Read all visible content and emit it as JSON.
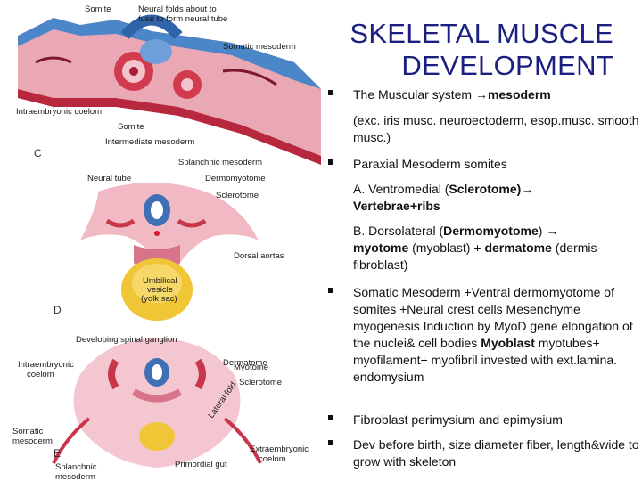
{
  "title": {
    "line1": "SKELETAL MUSCLE",
    "line2": "DEVELOPMENT"
  },
  "figure": {
    "panel_c": "C",
    "panel_d": "D",
    "panel_e": "E",
    "labels": {
      "somite_top": "Somite",
      "neural_folds": "Neural folds about to",
      "neural_folds2": "fuse to form neural tube",
      "somatic_mesoderm_top": "Somatic mesoderm",
      "intraembryonic_coelom_top": "Intraembryonic coelom",
      "somite_mid": "Somite",
      "intermediate_mesoderm": "Intermediate mesoderm",
      "splanchnic_mesoderm": "Splanchnic mesoderm",
      "neural_tube": "Neural tube",
      "dermomyotome": "Dermomyotome",
      "sclerotome_d": "Sclerotome",
      "dorsal_aortas": "Dorsal aortas",
      "umbilical_vesicle": "Umbilical",
      "umbilical_vesicle2": "vesicle",
      "yolk_sac": "(yolk sac)",
      "developing_ganglion": "Developing spinal ganglion",
      "dermatome": "Dermatome",
      "intraembryonic_coelom_e": "Intraembryonic",
      "coelom_e": "coelom",
      "myotome": "Myotome",
      "sclerotome_e": "Sclerotome",
      "lateral_fold": "Lateral fold",
      "somatic_mesoderm_e": "Somatic",
      "mesoderm_e": "mesoderm",
      "extraembryonic_coelom": "Extraembryonic",
      "coelom_e2": "coelom",
      "splanchnic_e": "Splanchnic",
      "mesoderm_e2": "mesoderm",
      "primordial_gut": "Primordial gut"
    }
  },
  "colors": {
    "title": "#1b1f80",
    "mesoderm": "#c8364a",
    "neural": "#3f6fb5",
    "yolk": "#e7b820",
    "pink": "#f1b9c4"
  },
  "content": {
    "b1_pre": "The Muscular system ",
    "b1_bold": "mesoderm",
    "b1_sub": "(exc. iris musc. neuroectoderm, esop.musc. smooth musc.)",
    "b2": "Paraxial Mesoderm somites",
    "a_pre": "A. Ventromedial (",
    "a_bold1": "Sclerotome)",
    "a_bold2": "Vertebrae+ribs",
    "b_pre": "B. Dorsolateral (",
    "b_bold1": "Dermomyotome",
    "b_mid1": ") ",
    "b_bold2": "myotome",
    "b_mid2": " (myoblast) + ",
    "b_bold3": "dermatome",
    "b_end": " (dermis-fibroblast)",
    "b3_pre": "Somatic Mesoderm +Ventral dermomyotome of somites +Neural crest cells Mesenchyme myogenesis Induction by MyoD gene elongation of the nuclei& cell bodies ",
    "b3_bold": "Myoblast",
    "b3_post": "myotubes+ myofilament+ myofibril invested with ext.lamina. endomysium",
    "b4": "Fibroblast perimysium and epimysium",
    "b5": "Dev before birth, size diameter fiber, length&wide to grow with skeleton"
  }
}
